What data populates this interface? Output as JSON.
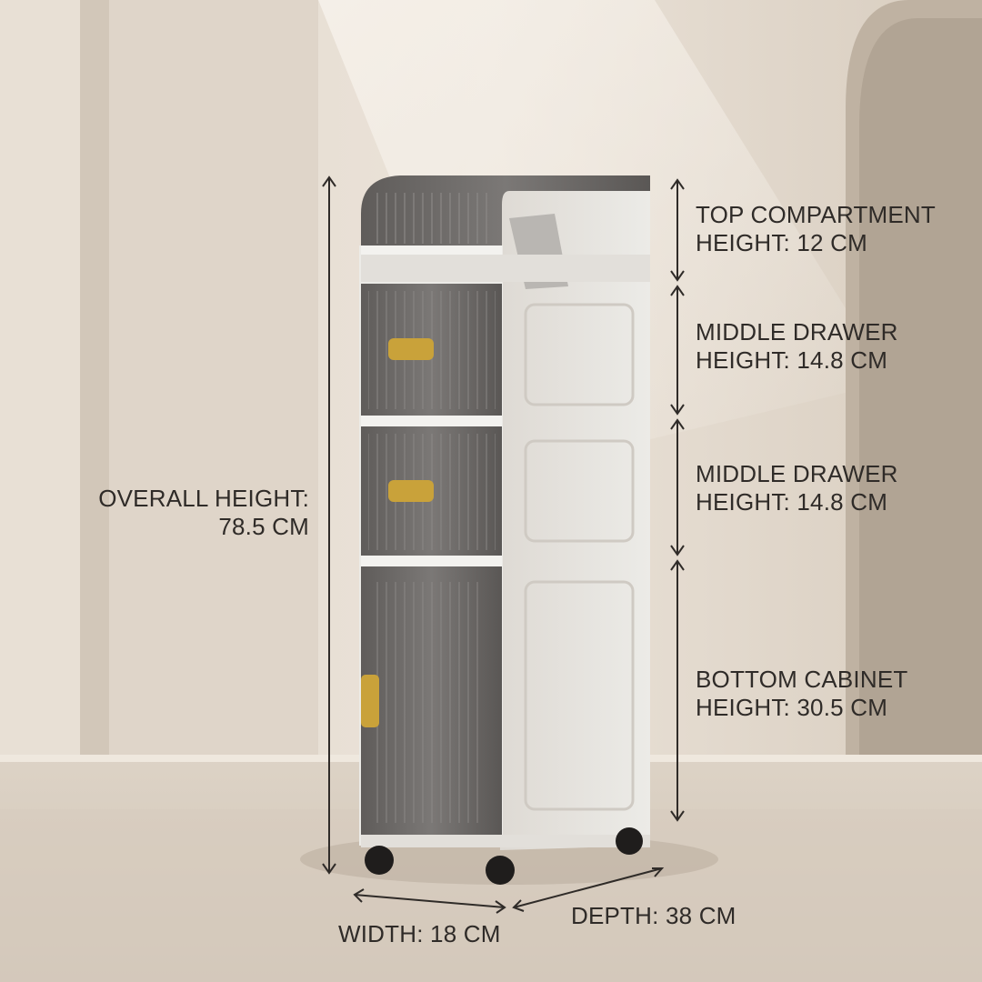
{
  "labels": {
    "top_compartment": {
      "line1": "TOP COMPARTMENT",
      "line2": "HEIGHT: 12 CM"
    },
    "middle_drawer_1": {
      "line1": "MIDDLE DRAWER",
      "line2": "HEIGHT: 14.8 CM"
    },
    "middle_drawer_2": {
      "line1": "MIDDLE DRAWER",
      "line2": "HEIGHT: 14.8 CM"
    },
    "bottom_cabinet": {
      "line1": "BOTTOM CABINET",
      "line2": "HEIGHT: 30.5 CM"
    },
    "overall_height": {
      "line1": "OVERALL HEIGHT:",
      "line2": "78.5 CM"
    },
    "width": "WIDTH: 18 CM",
    "depth": "DEPTH: 38 CM"
  },
  "colors": {
    "wall": "#e6ddd2",
    "cabinet_white": "#e9e6e1",
    "smoke_plastic": "#6f6c6a",
    "handle_gold": "#c9a23a",
    "text": "#2f2b28"
  }
}
